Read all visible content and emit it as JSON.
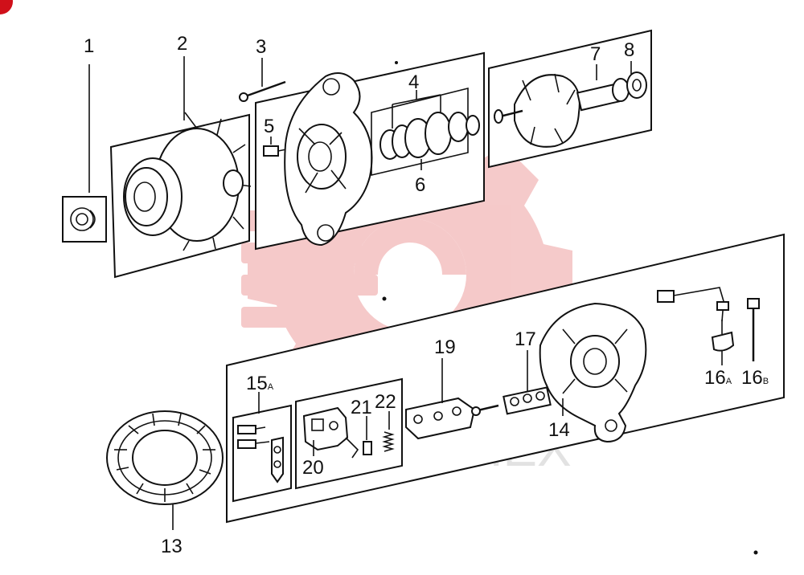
{
  "labels": {
    "l1": "1",
    "l2": "2",
    "l3": "3",
    "l4": "4",
    "l5": "5",
    "l6": "6",
    "l7": "7",
    "l8": "8",
    "l13": "13",
    "l14": "14",
    "l15a_num": "15",
    "l15a_suf": "A",
    "l16a_num": "16",
    "l16a_suf": "A",
    "l16b_num": "16",
    "l16b_suf": "B",
    "l17": "17",
    "l19": "19",
    "l20": "20",
    "l21": "21",
    "l22": "22"
  },
  "watermark": {
    "text": "THEX"
  },
  "colors": {
    "ink": "#111111",
    "watermark_red": "#f2b8b8",
    "corner_red": "#d0101a"
  }
}
